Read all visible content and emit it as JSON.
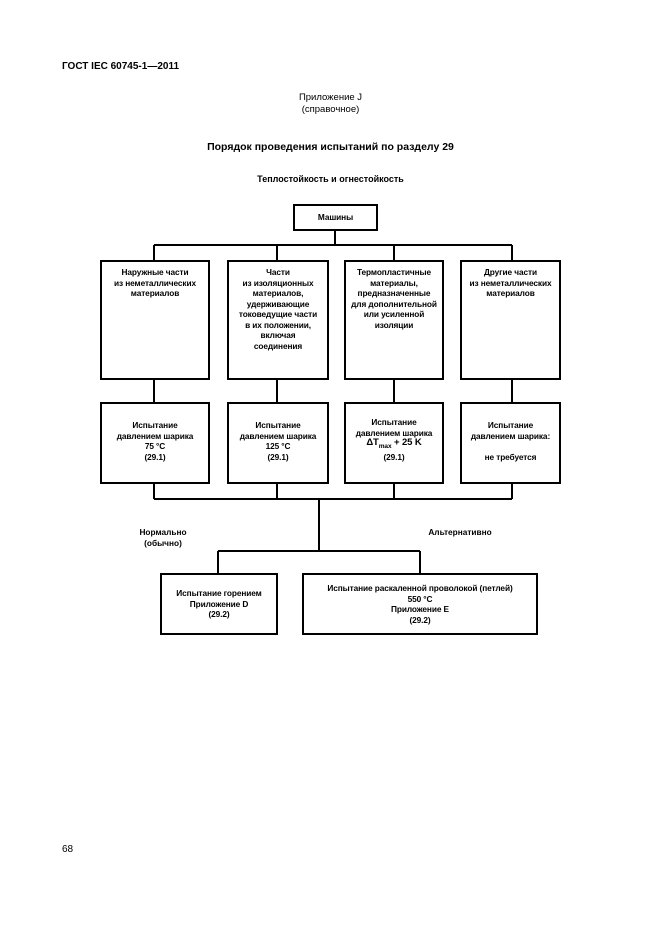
{
  "header": {
    "standard": "ГОСТ IEC 60745-1—2011"
  },
  "annex": {
    "line1": "Приложение J",
    "line2": "(справочное)"
  },
  "title": "Порядок проведения испытаний по разделу 29",
  "subtitle": "Теплостойкость и огнестойкость",
  "flow": {
    "root": "Машины",
    "categories": [
      "Наружные части\nиз неметаллических\nматериалов",
      "Части\nиз изоляционных\nматериалов,\nудерживающие\nтоковедущие части\nв их положении,\nвключая\nсоединения",
      "Термопластичные\nматериалы,\nпредназначенные\nдля дополнительной\nили усиленной\nизоляции",
      "Другие части\nиз неметаллических\nматериалов"
    ],
    "tests": [
      {
        "text": "Испытание\nдавлением шарика\n75 °С\n(29.1)"
      },
      {
        "text": "Испытание\nдавлением шарика\n125 °С\n(29.1)"
      },
      {
        "pre": "Испытание\nдавлением шарика",
        "symbol": "ΔT",
        "sub": "max",
        "suffix": " + 25 K",
        "post": "(29.1)"
      },
      {
        "text": "Испытание\nдавлением шарика:\n\nне требуется"
      }
    ],
    "label_normal": "Нормально\n(обычно)",
    "label_alt": "Альтернативно",
    "final": [
      "Испытание горением\nПриложение D\n(29.2)",
      "Испытание раскаленной проволокой (петлей)\n550 °С\nПриложение Е\n(29.2)"
    ]
  },
  "page_number": "68"
}
